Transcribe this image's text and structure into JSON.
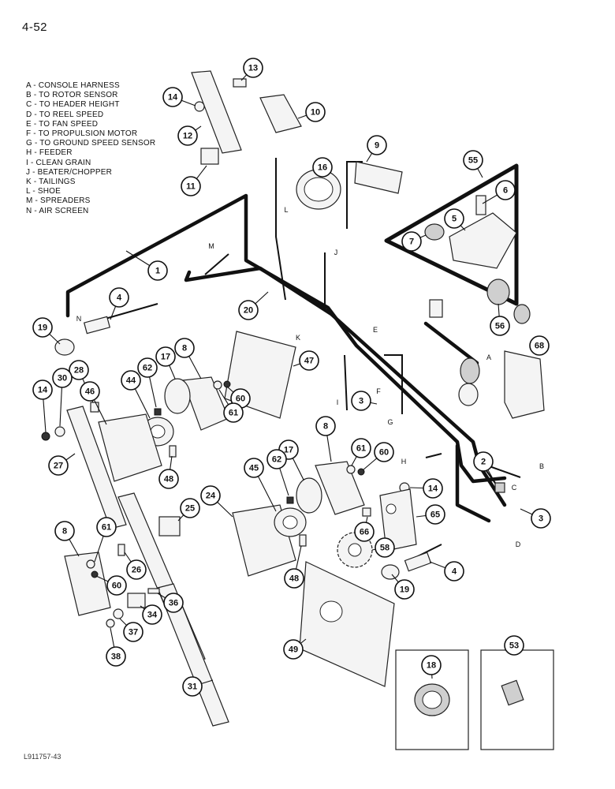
{
  "page_number": "4-52",
  "figure_id": "L911757-43",
  "legend": [
    "A - CONSOLE HARNESS",
    "B - TO ROTOR SENSOR",
    "C - TO HEADER HEIGHT",
    "D - TO REEL SPEED",
    "E - TO FAN SPEED",
    "F - TO PROPULSION MOTOR",
    "G - TO GROUND SPEED SENSOR",
    "H - FEEDER",
    "I - CLEAN GRAIN",
    "J - BEATER/CHOPPER",
    "K - TAILINGS",
    "L - SHOE",
    "M - SPREADERS",
    "N - AIR SCREEN"
  ],
  "callouts": [
    {
      "n": "1"
    },
    {
      "n": "2"
    },
    {
      "n": "3"
    },
    {
      "n": "3"
    },
    {
      "n": "4"
    },
    {
      "n": "4"
    },
    {
      "n": "5"
    },
    {
      "n": "6"
    },
    {
      "n": "7"
    },
    {
      "n": "8"
    },
    {
      "n": "8"
    },
    {
      "n": "8"
    },
    {
      "n": "9"
    },
    {
      "n": "10"
    },
    {
      "n": "11"
    },
    {
      "n": "12"
    },
    {
      "n": "13"
    },
    {
      "n": "14"
    },
    {
      "n": "14"
    },
    {
      "n": "14"
    },
    {
      "n": "16"
    },
    {
      "n": "17"
    },
    {
      "n": "17"
    },
    {
      "n": "18"
    },
    {
      "n": "19"
    },
    {
      "n": "19"
    },
    {
      "n": "20"
    },
    {
      "n": "24"
    },
    {
      "n": "25"
    },
    {
      "n": "26"
    },
    {
      "n": "27"
    },
    {
      "n": "28"
    },
    {
      "n": "30"
    },
    {
      "n": "31"
    },
    {
      "n": "34"
    },
    {
      "n": "36"
    },
    {
      "n": "37"
    },
    {
      "n": "38"
    },
    {
      "n": "44"
    },
    {
      "n": "45"
    },
    {
      "n": "46"
    },
    {
      "n": "47"
    },
    {
      "n": "48"
    },
    {
      "n": "48"
    },
    {
      "n": "49"
    },
    {
      "n": "53"
    },
    {
      "n": "55"
    },
    {
      "n": "56"
    },
    {
      "n": "58"
    },
    {
      "n": "60"
    },
    {
      "n": "60"
    },
    {
      "n": "60"
    },
    {
      "n": "61"
    },
    {
      "n": "61"
    },
    {
      "n": "61"
    },
    {
      "n": "62"
    },
    {
      "n": "62"
    },
    {
      "n": "65"
    },
    {
      "n": "66"
    },
    {
      "n": "68"
    }
  ],
  "wire_letters": [
    "N",
    "M",
    "L",
    "J",
    "K",
    "E",
    "A",
    "I",
    "F",
    "G",
    "H",
    "C",
    "B",
    "D"
  ]
}
